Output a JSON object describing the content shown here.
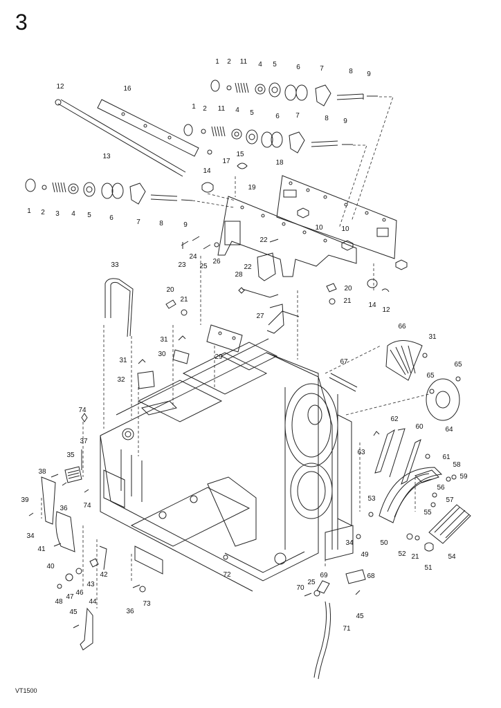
{
  "page_number": "3",
  "document_code": "VT1500",
  "callouts": [
    "1",
    "2",
    "11",
    "4",
    "5",
    "6",
    "7",
    "8",
    "9",
    "12",
    "16",
    "1",
    "2",
    "11",
    "4",
    "5",
    "6",
    "7",
    "8",
    "9",
    "13",
    "17",
    "15",
    "14",
    "18",
    "1",
    "2",
    "3",
    "4",
    "5",
    "6",
    "7",
    "8",
    "9",
    "19",
    "10",
    "10",
    "22",
    "23",
    "24",
    "25",
    "26",
    "22",
    "33",
    "28",
    "20",
    "21",
    "14",
    "12",
    "20",
    "21",
    "27",
    "31",
    "30",
    "29",
    "66",
    "31",
    "31",
    "32",
    "67",
    "65",
    "65",
    "64",
    "74",
    "62",
    "60",
    "37",
    "63",
    "61",
    "35",
    "38",
    "36",
    "74",
    "58",
    "59",
    "39",
    "56",
    "57",
    "53",
    "55",
    "34",
    "50",
    "34",
    "49",
    "52",
    "21",
    "51",
    "54",
    "41",
    "40",
    "42",
    "72",
    "69",
    "68",
    "25",
    "70",
    "47",
    "46",
    "43",
    "48",
    "36",
    "73",
    "44",
    "45",
    "45",
    "71"
  ]
}
